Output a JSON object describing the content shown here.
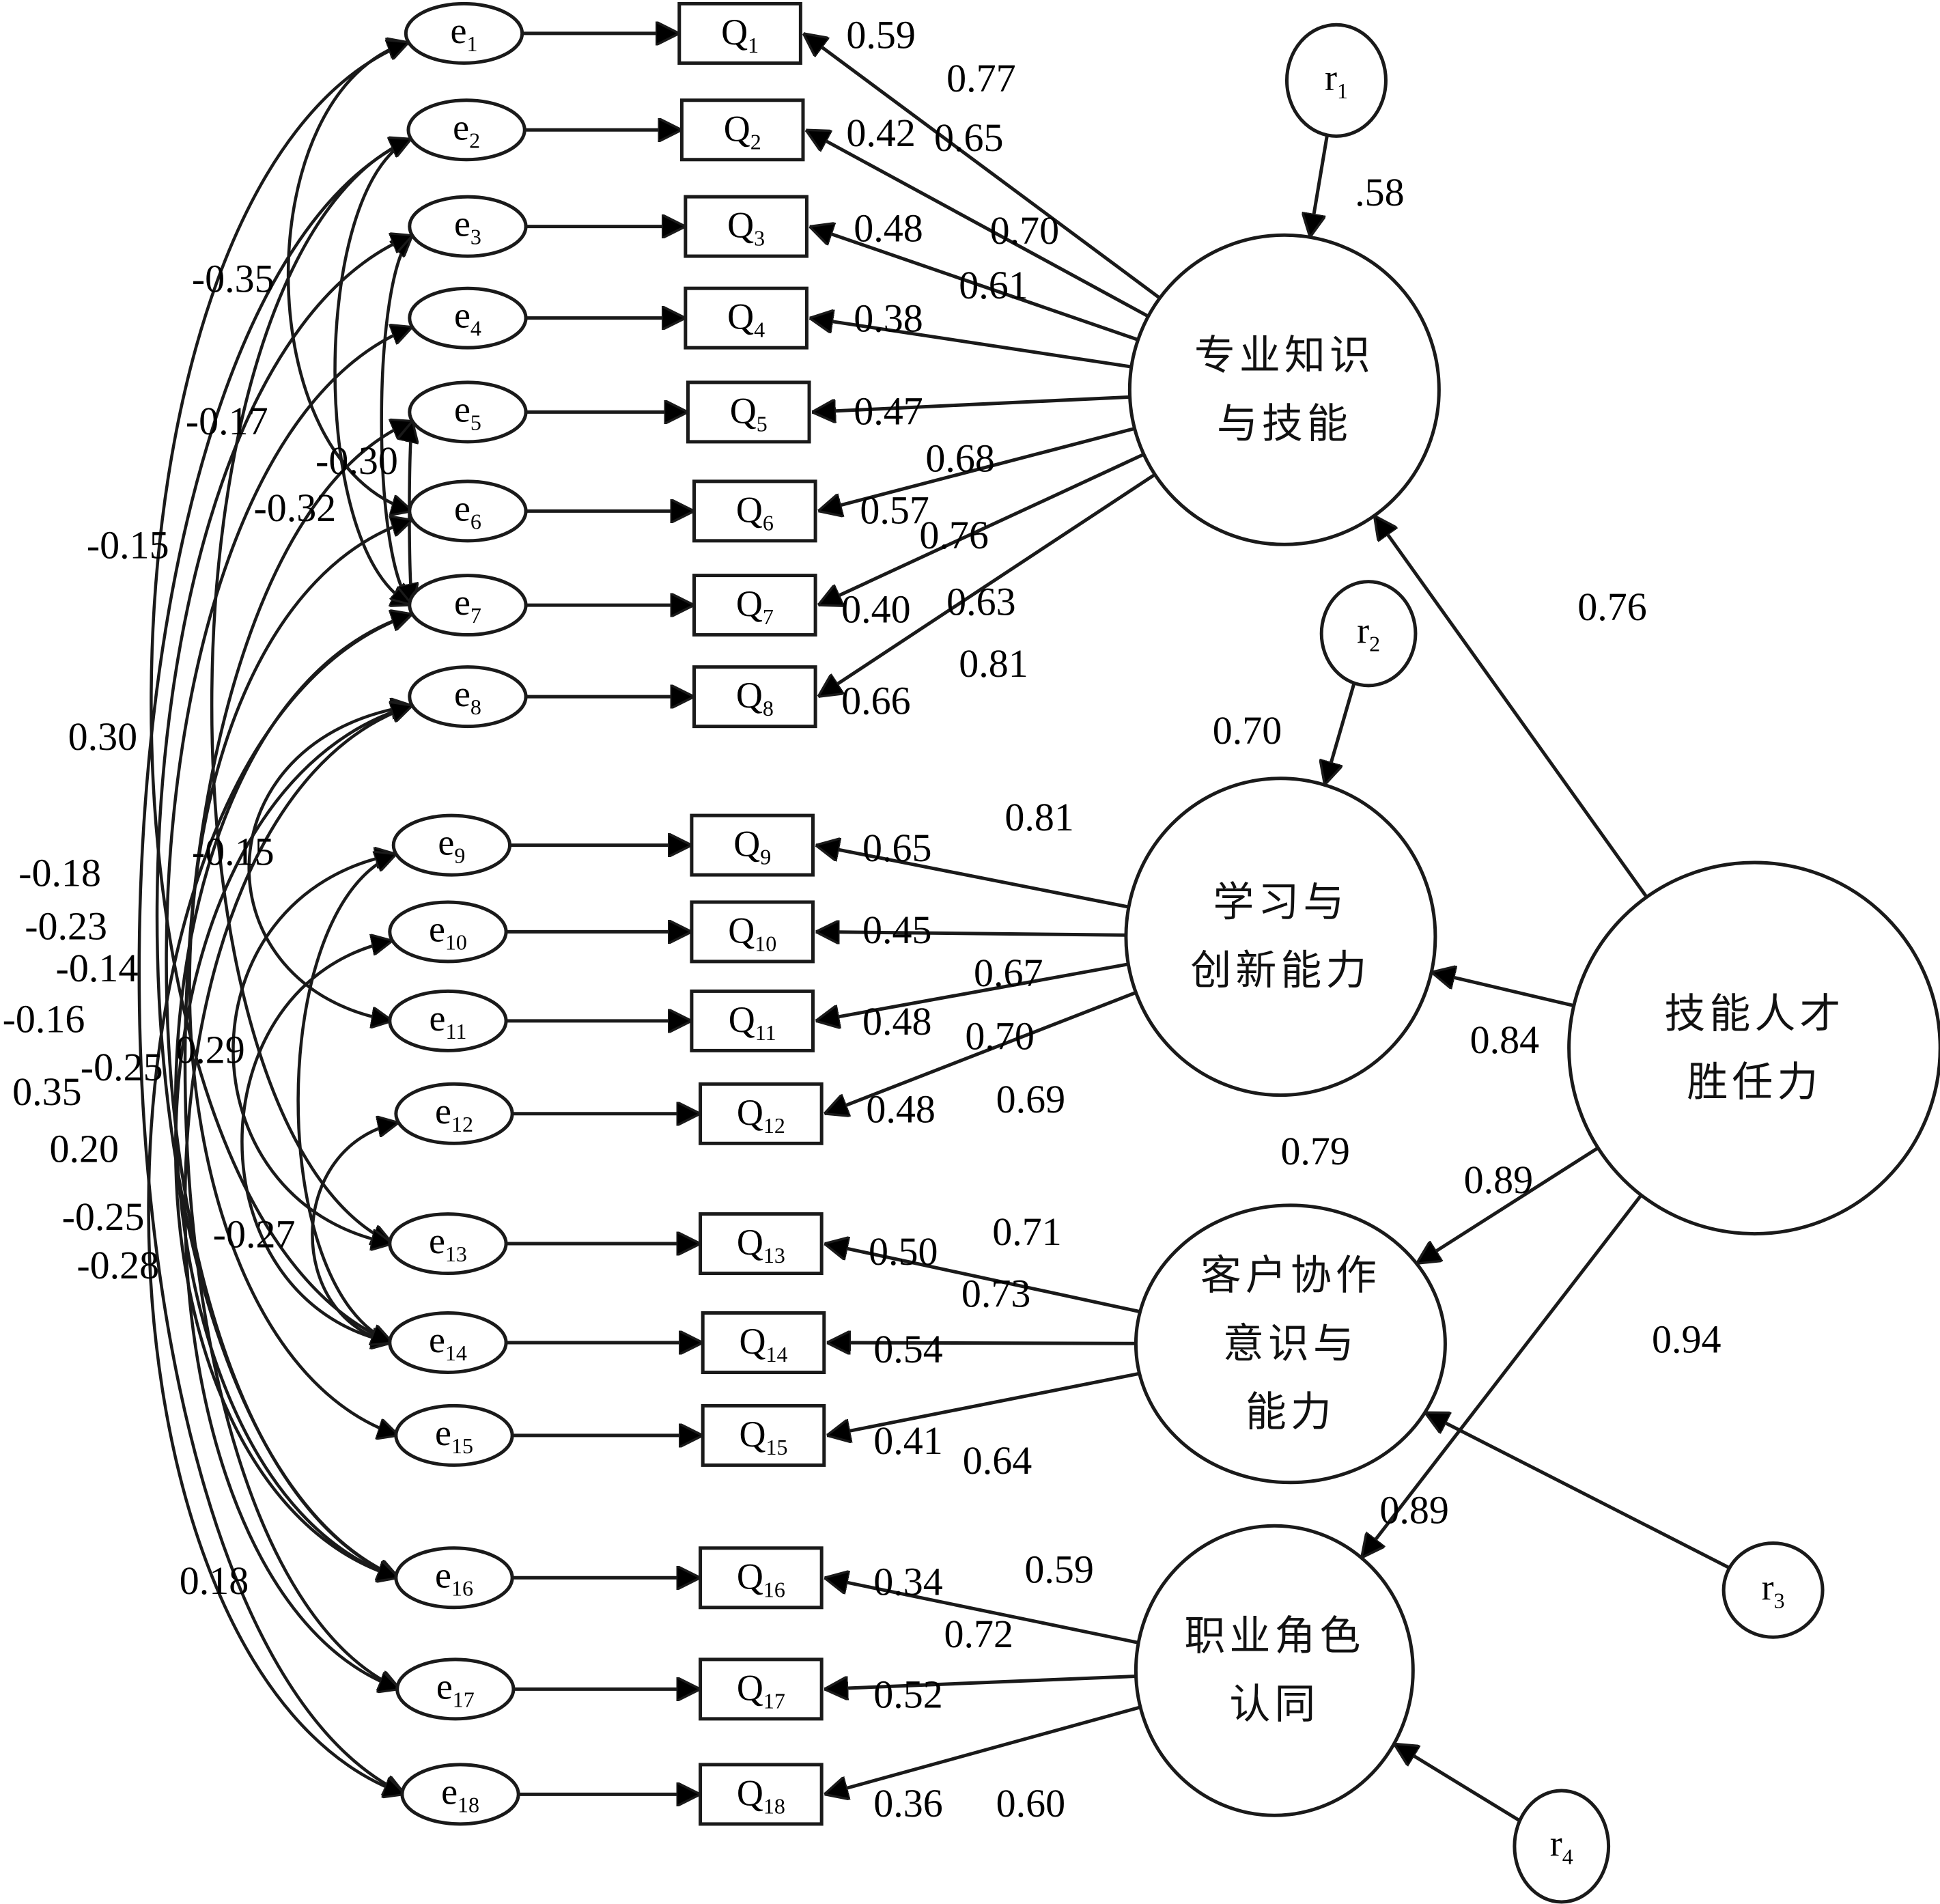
{
  "diagram": {
    "type": "structural-equation-model",
    "second_order_factor": {
      "id": "F",
      "label_lines": [
        "技能人才",
        "胜任力"
      ]
    },
    "factors": [
      {
        "id": "F1",
        "label_lines": [
          "专业知识",
          "与技能"
        ],
        "residual": "r1",
        "residual_label": ".58",
        "path_from_F": "0.76"
      },
      {
        "id": "F2",
        "label_lines": [
          "学习与",
          "创新能力"
        ],
        "residual": "r2",
        "residual_label": "0.70",
        "path_from_F": "0.84"
      },
      {
        "id": "F3",
        "label_lines": [
          "客户协作",
          "意识与",
          "能力"
        ],
        "residual": "r3",
        "residual_label": "0.79",
        "path_from_F": "0.89"
      },
      {
        "id": "F4",
        "label_lines": [
          "职业角色",
          "认同"
        ],
        "residual": "r4",
        "residual_label": "0.89",
        "path_from_F": "0.94"
      }
    ],
    "residuals": [
      {
        "id": "r1",
        "base": "r",
        "sub": "1"
      },
      {
        "id": "r2",
        "base": "r",
        "sub": "2"
      },
      {
        "id": "r3",
        "base": "r",
        "sub": "3"
      },
      {
        "id": "r4",
        "base": "r",
        "sub": "4"
      }
    ],
    "items": [
      {
        "q": "1",
        "factor": "F1",
        "loading": "0.77",
        "r2": "0.59"
      },
      {
        "q": "2",
        "factor": "F1",
        "loading": "0.65",
        "r2": "0.42"
      },
      {
        "q": "3",
        "factor": "F1",
        "loading": "0.70",
        "r2": "0.48"
      },
      {
        "q": "4",
        "factor": "F1",
        "loading": "0.61",
        "r2": "0.38"
      },
      {
        "q": "5",
        "factor": "F1",
        "loading": "0.68",
        "r2": "0.47"
      },
      {
        "q": "6",
        "factor": "F1",
        "loading": "0.76",
        "r2": "0.57"
      },
      {
        "q": "7",
        "factor": "F1",
        "loading": "0.63",
        "r2": "0.40"
      },
      {
        "q": "8",
        "factor": "F1",
        "loading": "0.81",
        "r2": "0.66"
      },
      {
        "q": "9",
        "factor": "F2",
        "loading": "0.81",
        "r2": "0.65"
      },
      {
        "q": "10",
        "factor": "F2",
        "loading": "0.67",
        "r2": "0.45"
      },
      {
        "q": "11",
        "factor": "F2",
        "loading": "0.70",
        "r2": "0.48"
      },
      {
        "q": "12",
        "factor": "F2",
        "loading": "0.69",
        "r2": "0.48"
      },
      {
        "q": "13",
        "factor": "F3",
        "loading": "0.71",
        "r2": "0.50"
      },
      {
        "q": "14",
        "factor": "F3",
        "loading": "0.73",
        "r2": "0.54"
      },
      {
        "q": "15",
        "factor": "F3",
        "loading": "0.64",
        "r2": "0.41"
      },
      {
        "q": "16",
        "factor": "F4",
        "loading": "0.59",
        "r2": "0.34"
      },
      {
        "q": "17",
        "factor": "F4",
        "loading": "0.72",
        "r2": "0.52"
      },
      {
        "q": "18",
        "factor": "F4",
        "loading": "0.60",
        "r2": "0.36"
      }
    ],
    "error_prefix": "e",
    "item_prefix": "Q",
    "error_covariances": [
      {
        "a": "1",
        "b": "6",
        "value": "-0.35"
      },
      {
        "a": "2",
        "b": "7",
        "value": "-0.17"
      },
      {
        "a": "3",
        "b": "7",
        "value": "-0.30"
      },
      {
        "a": "5",
        "b": "7",
        "value": "-0.32"
      },
      {
        "a": "2",
        "b": "13",
        "value": "-0.15"
      },
      {
        "a": "3",
        "b": "16",
        "value": "0.30"
      },
      {
        "a": "8",
        "b": "11",
        "value": "-0.15"
      },
      {
        "a": "4",
        "b": "16",
        "value": "-0.18"
      },
      {
        "a": "1",
        "b": "14",
        "value": "-0.23"
      },
      {
        "a": "5",
        "b": "17",
        "value": "-0.14"
      },
      {
        "a": "2",
        "b": "18",
        "value": "-0.16"
      },
      {
        "a": "6",
        "b": "15",
        "value": "-0.25"
      },
      {
        "a": "7",
        "b": "18",
        "value": "0.35"
      },
      {
        "a": "8",
        "b": "16",
        "value": "0.20"
      },
      {
        "a": "9",
        "b": "13",
        "value": "0.29"
      },
      {
        "a": "7",
        "b": "16",
        "value": "-0.25"
      },
      {
        "a": "8",
        "b": "17",
        "value": "-0.28"
      },
      {
        "a": "10",
        "b": "14",
        "value": "-0.27"
      },
      {
        "a": "12",
        "b": "14",
        "value": "0.18"
      },
      {
        "a": "9",
        "b": "14",
        "value": "0.18"
      }
    ]
  }
}
